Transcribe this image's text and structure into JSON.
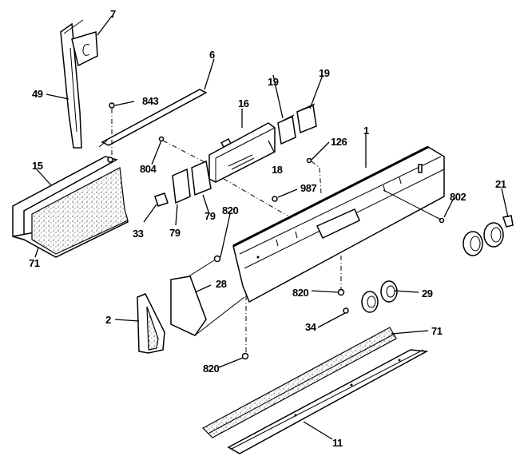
{
  "diagram": {
    "type": "exploded-parts-view",
    "subject": "range backsplash / control panel assembly",
    "parts": [
      {
        "id": "p7",
        "label": "7",
        "name": "nameplate"
      },
      {
        "id": "p6",
        "label": "6",
        "name": "trim strip"
      },
      {
        "id": "p49",
        "label": "49",
        "name": "side bracket"
      },
      {
        "id": "p843",
        "label": "843",
        "name": "screw"
      },
      {
        "id": "p16",
        "label": "16",
        "name": "clock / timer"
      },
      {
        "id": "p19a",
        "label": "19",
        "name": "switch"
      },
      {
        "id": "p19b",
        "label": "19",
        "name": "switch"
      },
      {
        "id": "p18",
        "label": "18",
        "name": "clock overlay"
      },
      {
        "id": "p804",
        "label": "804",
        "name": "screw"
      },
      {
        "id": "p126",
        "label": "126",
        "name": "screw"
      },
      {
        "id": "p1",
        "label": "1",
        "name": "control panel"
      },
      {
        "id": "p15",
        "label": "15",
        "name": "end cap bracket"
      },
      {
        "id": "p987",
        "label": "987",
        "name": "screw"
      },
      {
        "id": "p802",
        "label": "802",
        "name": "screw"
      },
      {
        "id": "p21",
        "label": "21",
        "name": "knob clip"
      },
      {
        "id": "p33",
        "label": "33",
        "name": "lamp socket"
      },
      {
        "id": "p79a",
        "label": "79",
        "name": "infinite switch"
      },
      {
        "id": "p79b",
        "label": "79",
        "name": "infinite switch"
      },
      {
        "id": "p820a",
        "label": "820",
        "name": "screw"
      },
      {
        "id": "p71a",
        "label": "71",
        "name": "insulation"
      },
      {
        "id": "p28",
        "label": "28",
        "name": "bracket"
      },
      {
        "id": "p2",
        "label": "2",
        "name": "end cap"
      },
      {
        "id": "p820b",
        "label": "820",
        "name": "screw"
      },
      {
        "id": "p29",
        "label": "29",
        "name": "knob"
      },
      {
        "id": "p34",
        "label": "34",
        "name": "spring"
      },
      {
        "id": "p71b",
        "label": "71",
        "name": "insulation"
      },
      {
        "id": "p820c",
        "label": "820",
        "name": "screw"
      },
      {
        "id": "p11",
        "label": "11",
        "name": "trim"
      }
    ]
  }
}
